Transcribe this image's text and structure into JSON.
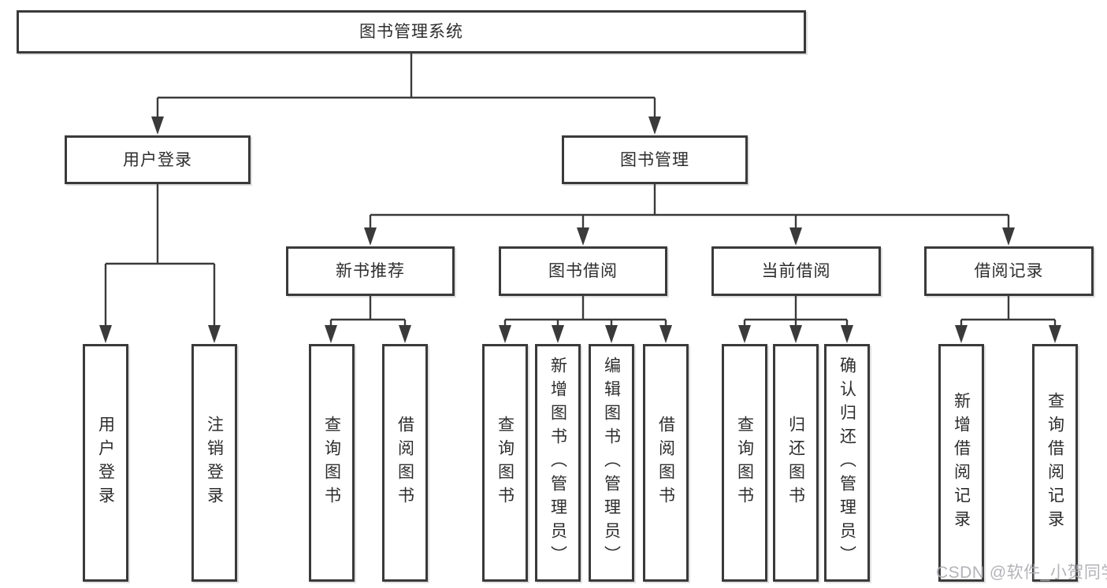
{
  "diagram": {
    "title": "图书管理系统",
    "line_color": "#3a3a3a",
    "box_border_color": "#3a3a3a",
    "text_color": "#2d2d2d"
  },
  "tree": {
    "label": "图书管理系统",
    "children": [
      {
        "label": "用户登录",
        "children": [
          {
            "label": "用户登录"
          },
          {
            "label": "注销登录"
          }
        ]
      },
      {
        "label": "图书管理",
        "children": [
          {
            "label": "新书推荐",
            "children": [
              {
                "label": "查询图书"
              },
              {
                "label": "借阅图书"
              }
            ]
          },
          {
            "label": "图书借阅",
            "children": [
              {
                "label": "查询图书"
              },
              {
                "label": "新增图书（管理员）"
              },
              {
                "label": "编辑图书（管理员）"
              },
              {
                "label": "借阅图书"
              }
            ]
          },
          {
            "label": "当前借阅",
            "children": [
              {
                "label": "查询图书"
              },
              {
                "label": "归还图书"
              },
              {
                "label": "确认归还（管理员）"
              }
            ]
          },
          {
            "label": "借阅记录",
            "children": [
              {
                "label": "新增借阅记录"
              },
              {
                "label": "查询借阅记录"
              }
            ]
          }
        ]
      }
    ]
  },
  "watermark": {
    "text": "CSDN @软件_小贺同学",
    "color": "#acacb2"
  }
}
